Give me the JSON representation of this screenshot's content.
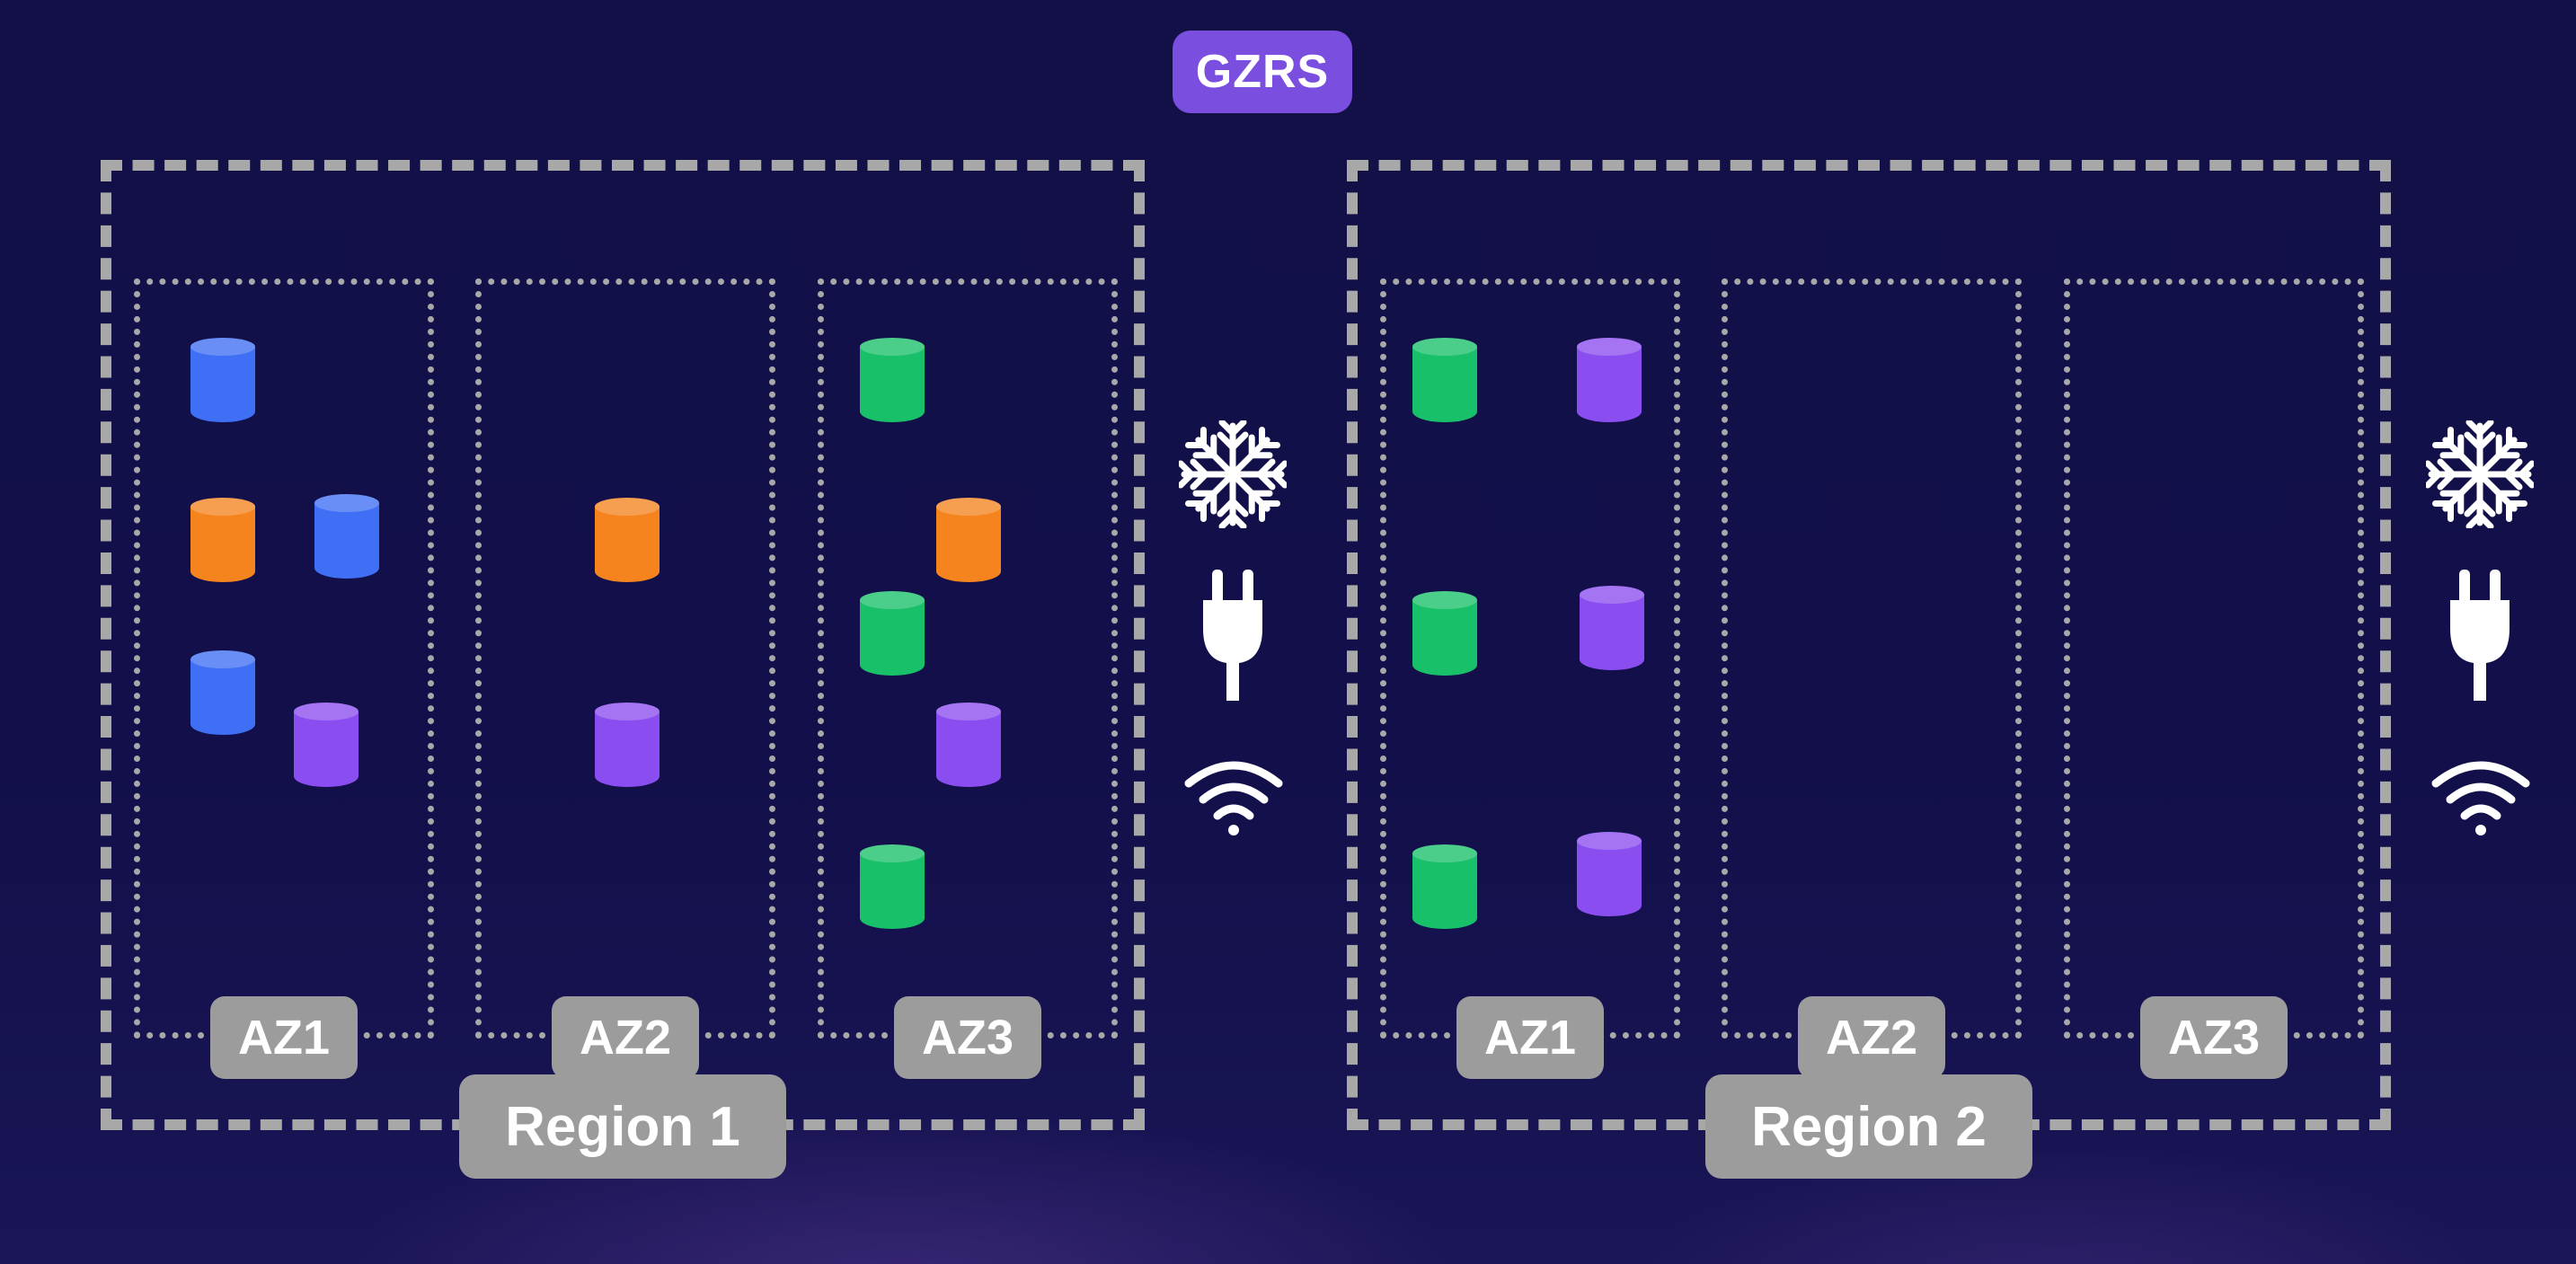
{
  "title": "GZRS",
  "colors": {
    "background": "#131048",
    "badge": "#7a4fe0",
    "label_bg": "#9c9c9c",
    "border": "#a8a8a8",
    "blue": "#3f6ff5",
    "orange": "#f5841e",
    "purple": "#8a4df0",
    "green": "#19c06a"
  },
  "regions": [
    {
      "label": "Region 1",
      "zones": [
        {
          "label": "AZ1",
          "disks": [
            "blue",
            "orange",
            "blue",
            "blue",
            "purple"
          ]
        },
        {
          "label": "AZ2",
          "disks": [
            "orange",
            "purple"
          ]
        },
        {
          "label": "AZ3",
          "disks": [
            "green",
            "orange",
            "green",
            "purple",
            "green"
          ]
        }
      ],
      "utilities": [
        "snowflake-icon",
        "power-plug-icon",
        "wifi-icon"
      ]
    },
    {
      "label": "Region 2",
      "zones": [
        {
          "label": "AZ1",
          "disks": [
            "green",
            "purple",
            "green",
            "purple",
            "green",
            "purple"
          ]
        },
        {
          "label": "AZ2",
          "disks": []
        },
        {
          "label": "AZ3",
          "disks": []
        }
      ],
      "utilities": [
        "snowflake-icon",
        "power-plug-icon",
        "wifi-icon"
      ]
    }
  ]
}
